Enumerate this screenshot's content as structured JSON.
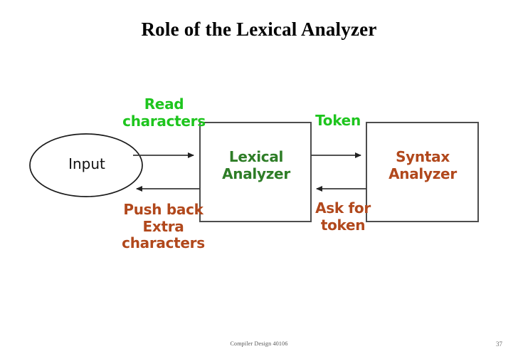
{
  "slide": {
    "title": "Role of the Lexical Analyzer",
    "footer_text": "Compiler Design 40106",
    "page_number": "37",
    "background_color": "#ffffff"
  },
  "colors": {
    "title": "#000000",
    "bright_green": "#1ec51e",
    "forest_green": "#2e7d27",
    "rust_orange": "#b1481c",
    "outline_black": "#111111",
    "box_border": "#555555",
    "footer_gray": "#555555"
  },
  "diagram": {
    "type": "flow-diagram",
    "nodes": [
      {
        "id": "input",
        "shape": "ellipse",
        "label": "Input",
        "text_color": "#111111",
        "border_color": "#111111"
      },
      {
        "id": "lexical-analyzer",
        "shape": "rectangle",
        "label": "Lexical\nAnalyzer",
        "text_color": "#2e7d27",
        "border_color": "#555555"
      },
      {
        "id": "syntax-analyzer",
        "shape": "rectangle",
        "label": "Syntax\nAnalyzer",
        "text_color": "#b1481c",
        "border_color": "#555555"
      }
    ],
    "edges": [
      {
        "id": "read-characters",
        "from": "input",
        "to": "lexical-analyzer",
        "direction": "right",
        "label": "Read\ncharacters",
        "label_color": "#1ec51e"
      },
      {
        "id": "push-back",
        "from": "lexical-analyzer",
        "to": "input",
        "direction": "left",
        "label": "Push back\nExtra\ncharacters",
        "label_color": "#b1481c"
      },
      {
        "id": "token",
        "from": "lexical-analyzer",
        "to": "syntax-analyzer",
        "direction": "right",
        "label": "Token",
        "label_color": "#1ec51e"
      },
      {
        "id": "ask-for-token",
        "from": "syntax-analyzer",
        "to": "lexical-analyzer",
        "direction": "left",
        "label": "Ask for\ntoken",
        "label_color": "#b1481c"
      }
    ]
  }
}
